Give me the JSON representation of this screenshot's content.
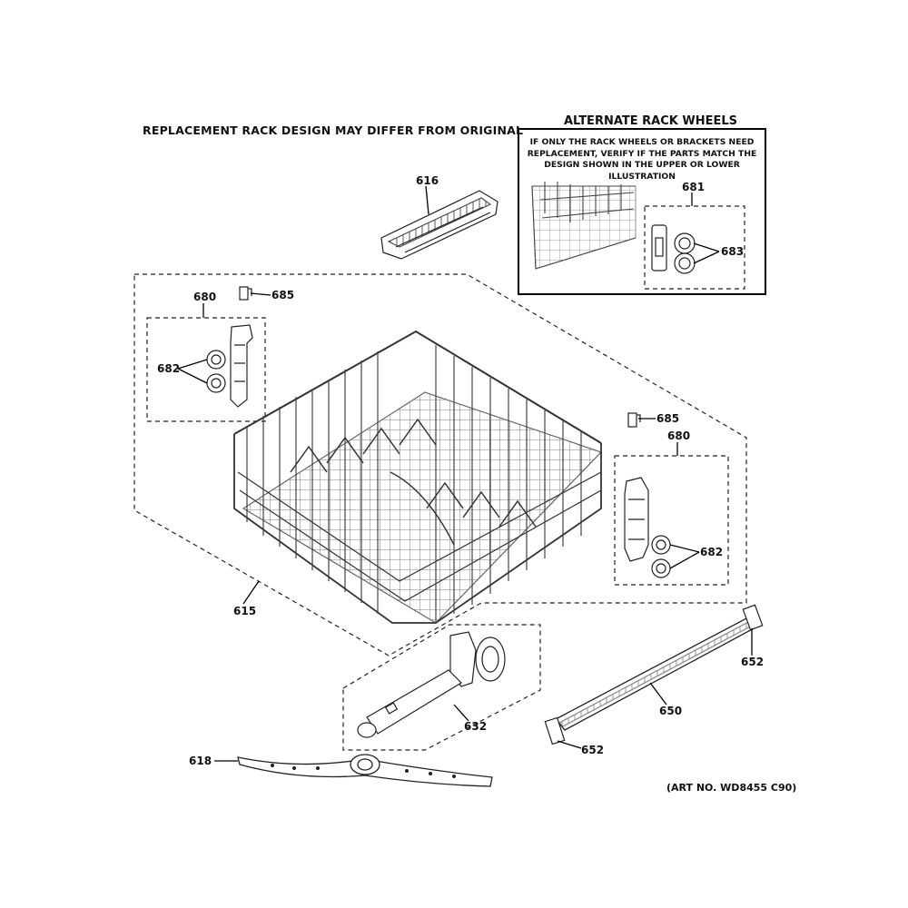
{
  "header": {
    "title": "REPLACEMENT RACK DESIGN MAY DIFFER FROM ORIGINAL"
  },
  "alternate_wheels": {
    "title": "ALTERNATE RACK WHEELS",
    "note_line1": "IF ONLY THE RACK WHEELS OR BRACKETS NEED",
    "note_line2": "REPLACEMENT, VERIFY IF THE PARTS MATCH THE",
    "note_line3": "DESIGN SHOWN IN THE UPPER OR LOWER ILLUSTRATION"
  },
  "callouts": {
    "c616": "616",
    "c681": "681",
    "c683": "683",
    "c680_left": "680",
    "c685_left": "685",
    "c682_left": "682",
    "c685_right": "685",
    "c680_right": "680",
    "c682_right": "682",
    "c615": "615",
    "c652_top": "652",
    "c650": "650",
    "c632": "632",
    "c652_bottom": "652",
    "c618": "618"
  },
  "footer": {
    "art_number": "(ART NO. WD8455 C90)"
  }
}
